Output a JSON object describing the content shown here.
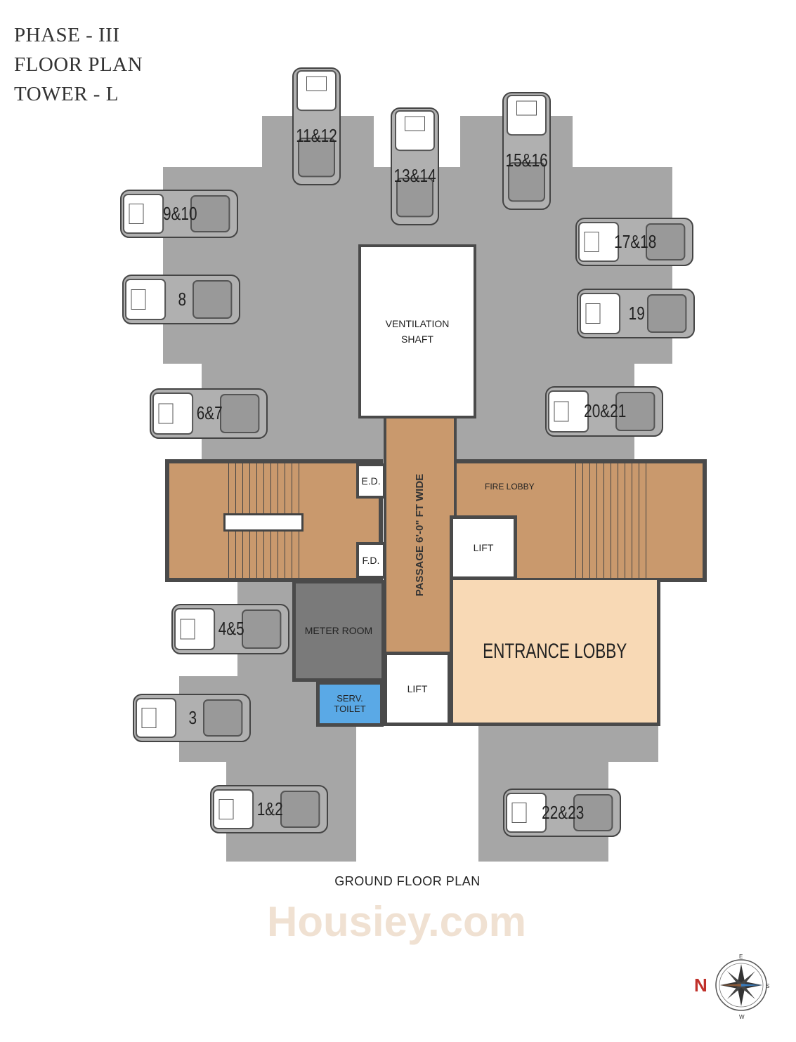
{
  "header": {
    "lines": [
      "PHASE - III",
      "FLOOR PLAN",
      "TOWER  - L"
    ]
  },
  "rooms": {
    "ventilation_shaft": [
      "VENTILATION",
      "SHAFT"
    ],
    "passage": "PASSAGE 6'-0\" FT WIDE",
    "ed": "E.D.",
    "fd": "F.D.",
    "fire_lobby": "FIRE LOBBY",
    "lift_upper": "LIFT",
    "lift_lower": "LIFT",
    "meter_room": "METER ROOM",
    "serv_toilet": [
      "SERV.",
      "TOILET"
    ],
    "entrance_lobby": "ENTRANCE LOBBY"
  },
  "parking": [
    "11&12",
    "13&14",
    "15&16",
    "9&10",
    "8",
    "6&7",
    "17&18",
    "19",
    "20&21",
    "4&5",
    "3",
    "1&2",
    "22&23"
  ],
  "caption": "GROUND FLOOR PLAN",
  "watermark": "Housiey.com",
  "compass": {
    "north": "N",
    "south": "S",
    "east": "E",
    "west": "W"
  },
  "colors": {
    "floor": "#a6a6a6",
    "stair": "#c9996d",
    "lobby": "#f8d9b5",
    "toilet": "#5aa9e6",
    "meter": "#7a7a7a",
    "north": "#c0302a"
  }
}
